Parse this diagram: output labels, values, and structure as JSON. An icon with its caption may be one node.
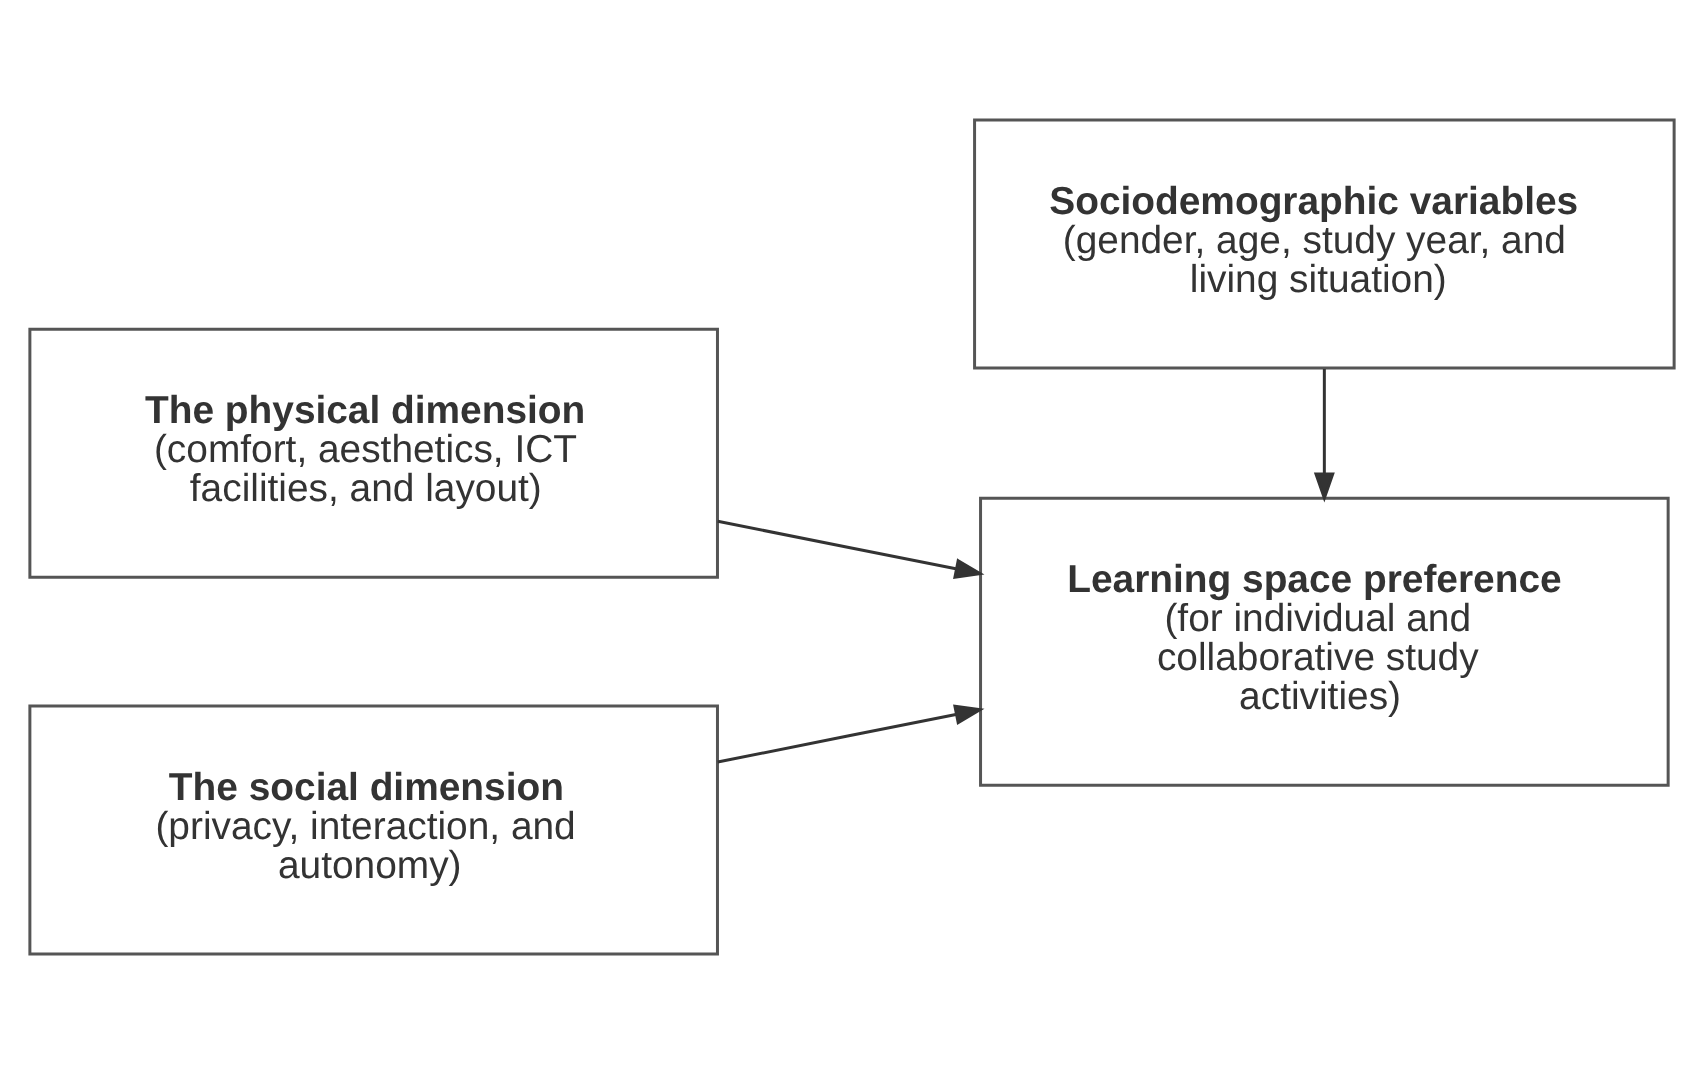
{
  "diagram": {
    "nodes": [
      {
        "text": [
          "The physical dimension",
          "(comfort, aesthetics, ICT facilities, and layout)"
        ]
      },
      {
        "text": [
          "The social dimension",
          "(privacy, interaction, and autonomy)"
        ]
      },
      {
        "text": [
          "Learning space preference",
          "(for individual and collaborative study activities)"
        ]
      },
      {
        "text": [
          "Sociodemographic variables",
          "(gender, age, study year, and living situation)"
        ]
      }
    ],
    "edges": [
      {
        "from": 0,
        "to": 2,
        "arrow": "to"
      },
      {
        "from": 1,
        "to": 2,
        "arrow": "to"
      },
      {
        "from": 3,
        "to": 2,
        "arrow": "to"
      }
    ]
  }
}
